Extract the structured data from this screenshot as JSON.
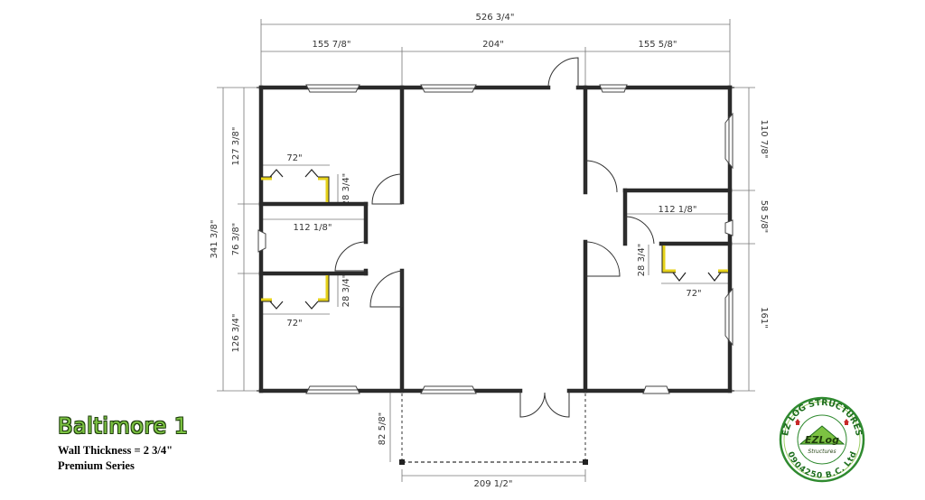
{
  "plan": {
    "title": "Baltimore 1",
    "wall_thickness": "Wall Thickness = 2 3/4\"",
    "series": "Premium Series"
  },
  "dims": {
    "overall_width": "526 3/4\"",
    "top_left": "155 7/8\"",
    "top_mid": "204\"",
    "top_right": "155 5/8\"",
    "overall_depth": "341 3/8\"",
    "left_top": "127 3/8\"",
    "left_mid": "76 3/8\"",
    "left_bottom": "126 3/4\"",
    "right_top": "110 7/8\"",
    "right_mid": "58 5/8\"",
    "right_bottom": "161\"",
    "closet_ul_width": "72\"",
    "closet_ul_depth": "28 3/4\"",
    "bath_left": "112 1/8\"",
    "closet_ll_depth": "28 3/4\"",
    "closet_ll_width": "72\"",
    "bath_right": "112 1/8\"",
    "closet_r_depth": "28 3/4\"",
    "closet_r_width": "72\"",
    "porch_depth": "82 5/8\"",
    "porch_width": "209 1/2\""
  },
  "logo": {
    "name": "EZ LOG STRUCTURES",
    "license": "0904250 B.C. Ltd",
    "mark": "EZLog",
    "mark_sub": "Structures"
  },
  "colors": {
    "wall": "#2a2a2a",
    "closet_shelf": "#e6d21a",
    "title_green": "#7cc242",
    "logo_green": "#2f8a2f"
  }
}
